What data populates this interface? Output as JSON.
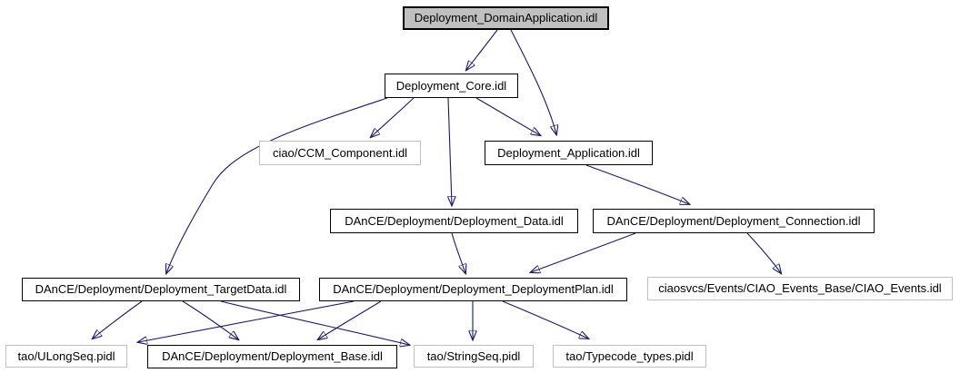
{
  "diagram": {
    "kind": "include-dependency-graph",
    "colors": {
      "edge": "#191970",
      "root_fill": "#c0c0c0",
      "node_fill": "#ffffff",
      "internal_border": "#000000",
      "external_border": "#c0c0c0"
    },
    "nodes": [
      {
        "id": "domain_application",
        "label": "Deployment_DomainApplication.idl",
        "kind": "root"
      },
      {
        "id": "core",
        "label": "Deployment_Core.idl",
        "kind": "internal"
      },
      {
        "id": "ccm_component",
        "label": "ciao/CCM_Component.idl",
        "kind": "external"
      },
      {
        "id": "application",
        "label": "Deployment_Application.idl",
        "kind": "internal"
      },
      {
        "id": "data",
        "label": "DAnCE/Deployment/Deployment_Data.idl",
        "kind": "internal"
      },
      {
        "id": "connection",
        "label": "DAnCE/Deployment/Deployment_Connection.idl",
        "kind": "internal"
      },
      {
        "id": "target_data",
        "label": "DAnCE/Deployment/Deployment_TargetData.idl",
        "kind": "internal"
      },
      {
        "id": "deployment_plan",
        "label": "DAnCE/Deployment/Deployment_DeploymentPlan.idl",
        "kind": "internal"
      },
      {
        "id": "ciao_events",
        "label": "ciaosvcs/Events/CIAO_Events_Base/CIAO_Events.idl",
        "kind": "external"
      },
      {
        "id": "ulongseq",
        "label": "tao/ULongSeq.pidl",
        "kind": "external"
      },
      {
        "id": "base",
        "label": "DAnCE/Deployment/Deployment_Base.idl",
        "kind": "internal"
      },
      {
        "id": "stringseq",
        "label": "tao/StringSeq.pidl",
        "kind": "external"
      },
      {
        "id": "typecode_types",
        "label": "tao/Typecode_types.pidl",
        "kind": "external"
      }
    ],
    "edges": [
      {
        "from": "domain_application",
        "to": "core"
      },
      {
        "from": "domain_application",
        "to": "application"
      },
      {
        "from": "core",
        "to": "ccm_component"
      },
      {
        "from": "core",
        "to": "data"
      },
      {
        "from": "core",
        "to": "application"
      },
      {
        "from": "core",
        "to": "target_data"
      },
      {
        "from": "application",
        "to": "connection"
      },
      {
        "from": "data",
        "to": "deployment_plan"
      },
      {
        "from": "connection",
        "to": "deployment_plan"
      },
      {
        "from": "connection",
        "to": "ciao_events"
      },
      {
        "from": "target_data",
        "to": "ulongseq"
      },
      {
        "from": "target_data",
        "to": "base"
      },
      {
        "from": "target_data",
        "to": "stringseq"
      },
      {
        "from": "deployment_plan",
        "to": "ulongseq"
      },
      {
        "from": "deployment_plan",
        "to": "base"
      },
      {
        "from": "deployment_plan",
        "to": "stringseq"
      },
      {
        "from": "deployment_plan",
        "to": "typecode_types"
      }
    ]
  }
}
